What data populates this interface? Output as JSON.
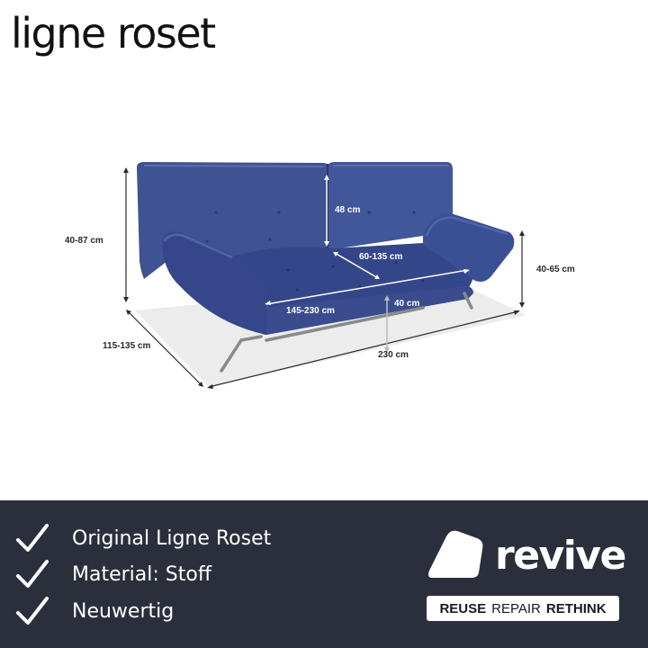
{
  "brand": {
    "name": "ligne roset"
  },
  "dimensions": {
    "back_height": "40-87 cm",
    "depth": "115-135 cm",
    "backrest_height": "48 cm",
    "seat_depth": "60-135 cm",
    "arm_height": "40-65 cm",
    "seat_width": "145-230 cm",
    "seat_height": "40 cm",
    "total_width": "230 cm"
  },
  "features": [
    {
      "icon": "check-icon",
      "label": "Original Ligne Roset"
    },
    {
      "icon": "check-icon",
      "label": "Material: Stoff"
    },
    {
      "icon": "check-icon",
      "label": "Neuwertig"
    }
  ],
  "logo": {
    "name": "revive",
    "icon": "revive-shape-icon"
  },
  "tagline": {
    "reuse": "REUSE",
    "repair": "REPAIR",
    "rethink": "RETHINK"
  },
  "colors": {
    "footer": "#2b2f3b",
    "sofa": "#3c4e90",
    "text": "#ffffff"
  }
}
